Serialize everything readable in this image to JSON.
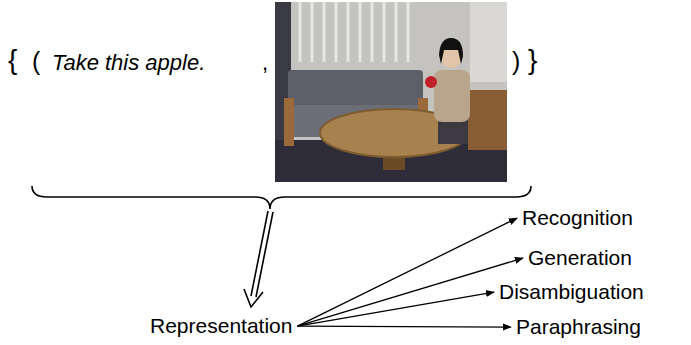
{
  "diagram": {
    "nodes": [
      {
        "text": [
          "Representation"
        ]
      },
      {
        "text": [
          "Recognition"
        ]
      },
      {
        "text": [
          "Generation"
        ]
      },
      {
        "text": [
          "Disambiguation"
        ]
      },
      {
        "text": [
          "Paraphrasing"
        ]
      }
    ],
    "edges": [
      {
        "from": 0,
        "to": 1,
        "arrow": "to"
      },
      {
        "from": 0,
        "to": 2,
        "arrow": "to"
      },
      {
        "from": 0,
        "to": 3,
        "arrow": "to"
      },
      {
        "from": 0,
        "to": 4,
        "arrow": "to"
      }
    ],
    "labels": [
      "{",
      "(",
      "Take this apple.",
      ",",
      ")",
      "}"
    ]
  }
}
